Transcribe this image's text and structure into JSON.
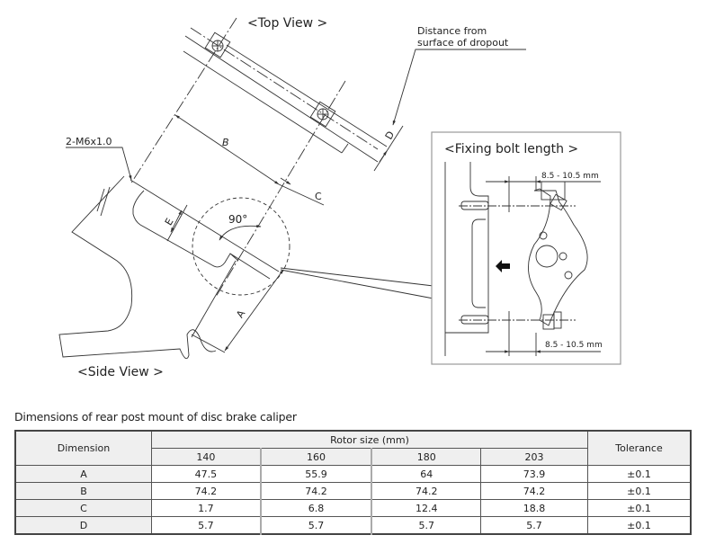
{
  "diagram": {
    "top_view_label": "<Top View  >",
    "side_view_label": "<Side View  >",
    "fixing_bolt_label": "<Fixing bolt length   >",
    "distance_note_line1": "Distance from",
    "distance_note_line2": "surface of dropout",
    "thread_callout": "2-M6x1.0",
    "angle_label": "90°",
    "dim_labels": {
      "A": "A",
      "B": "B",
      "C": "C",
      "D": "D",
      "E": "E"
    },
    "bolt_length_top": "8.5 - 10.5 mm",
    "bolt_length_bottom": "8.5 - 10.5 mm",
    "icons": [
      "direction-arrow-left-icon",
      "bolt-hole-icon"
    ]
  },
  "table": {
    "caption": "Dimensions of rear post mount of disc brake caliper",
    "header_dimension": "Dimension",
    "header_rotor_group": "Rotor size (mm)",
    "header_tolerance": "Tolerance",
    "rotor_sizes": [
      "140",
      "160",
      "180",
      "203"
    ],
    "rows": [
      {
        "dimension": "A",
        "values": [
          "47.5",
          "55.9",
          "64",
          "73.9"
        ],
        "tolerance": "±0.1"
      },
      {
        "dimension": "B",
        "values": [
          "74.2",
          "74.2",
          "74.2",
          "74.2"
        ],
        "tolerance": "±0.1"
      },
      {
        "dimension": "C",
        "values": [
          "1.7",
          "6.8",
          "12.4",
          "18.8"
        ],
        "tolerance": "±0.1"
      },
      {
        "dimension": "D",
        "values": [
          "5.7",
          "5.7",
          "5.7",
          "5.7"
        ],
        "tolerance": "±0.1"
      }
    ]
  }
}
